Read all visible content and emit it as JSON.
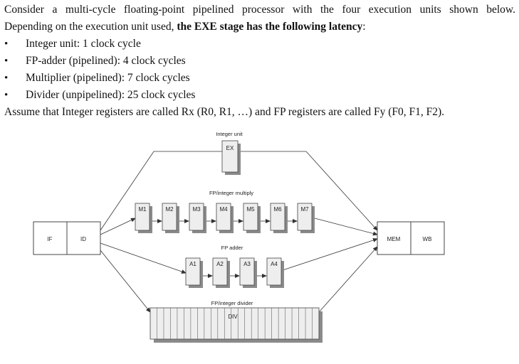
{
  "intro": {
    "line1": "Consider a multi-cycle floating-point pipelined processor with the four execution units shown below.",
    "line2_prefix": "Depending on the execution unit used, ",
    "line2_bold": "the EXE stage has the following latency",
    "line2_suffix": ":"
  },
  "units": [
    {
      "text": "Integer unit: 1 clock cycle"
    },
    {
      "text": "FP-adder (pipelined): 4 clock cycles"
    },
    {
      "text": "Multiplier (pipelined): 7 clock cycles"
    },
    {
      "text": "Divider (unpipelined): 25 clock cycles"
    }
  ],
  "registers_note": "Assume that Integer registers are called Rx (R0, R1, …) and FP registers are called Fy (F0, F1, F2).",
  "diagram": {
    "if": "IF",
    "id": "ID",
    "mem": "MEM",
    "wb": "WB",
    "integer_caption": "Integer unit",
    "ex": "EX",
    "multiply_caption": "FP/integer multiply",
    "multiply_stages": [
      "M1",
      "M2",
      "M3",
      "M4",
      "M5",
      "M6",
      "M7"
    ],
    "adder_caption": "FP adder",
    "adder_stages": [
      "A1",
      "A2",
      "A3",
      "A4"
    ],
    "divider_caption": "FP/integer divider",
    "div": "DIV"
  },
  "colors": {
    "box_fill": "#eeeeee",
    "box_shadow": "#8a8a8a",
    "line": "#333333"
  }
}
